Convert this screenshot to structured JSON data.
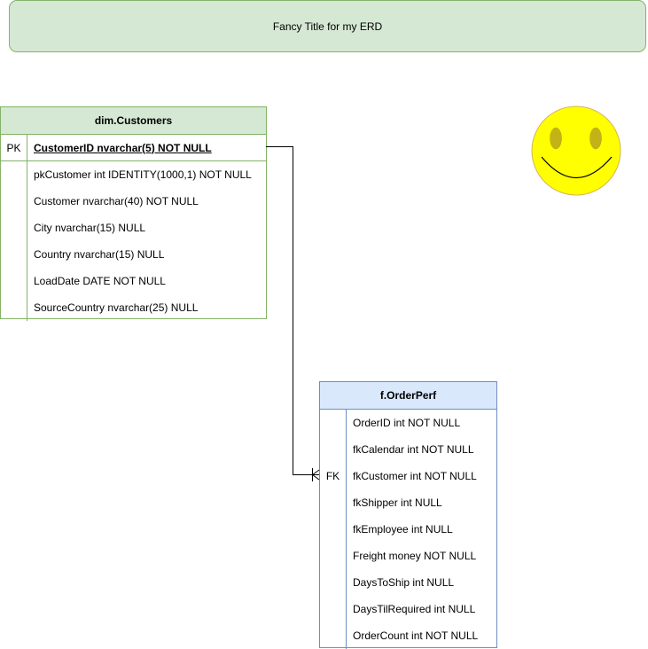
{
  "title": "Fancy Title for my ERD",
  "colors": {
    "title_fill": "#d5e8d4",
    "title_stroke": "#82b366",
    "customers_fill": "#d5e8d4",
    "customers_stroke": "#82b366",
    "orderperf_fill": "#dae8fc",
    "orderperf_stroke": "#6c8ebf",
    "smiley_fill": "#ffff00",
    "smiley_stroke": "#d6b656"
  },
  "customers": {
    "name": "dim.Customers",
    "pk_label": "PK",
    "pk_field": "CustomerID nvarchar(5) NOT NULL",
    "fields": [
      "pkCustomer int IDENTITY(1000,1) NOT NULL",
      "Customer nvarchar(40) NOT NULL",
      "City nvarchar(15) NULL",
      "Country nvarchar(15) NULL",
      "LoadDate DATE NOT NULL",
      "SourceCountry nvarchar(25) NULL"
    ]
  },
  "orderperf": {
    "name": "f.OrderPerf",
    "rows": [
      {
        "key": "",
        "field": "OrderID int NOT NULL"
      },
      {
        "key": "",
        "field": "fkCalendar int NOT NULL"
      },
      {
        "key": "FK",
        "field": "fkCustomer int NOT NULL"
      },
      {
        "key": "",
        "field": "fkShipper int NULL"
      },
      {
        "key": "",
        "field": "fkEmployee int NULL"
      },
      {
        "key": "",
        "field": "Freight money NOT NULL"
      },
      {
        "key": "",
        "field": "DaysToShip int NULL"
      },
      {
        "key": "",
        "field": "DaysTilRequired int NULL"
      },
      {
        "key": "",
        "field": "OrderCount int NOT NULL"
      }
    ]
  },
  "relationship": {
    "from": "CustomerID",
    "to": "fkCustomer",
    "end_marker": "one-or-many-icon"
  },
  "decoration": {
    "icon": "smiley-face-icon"
  }
}
